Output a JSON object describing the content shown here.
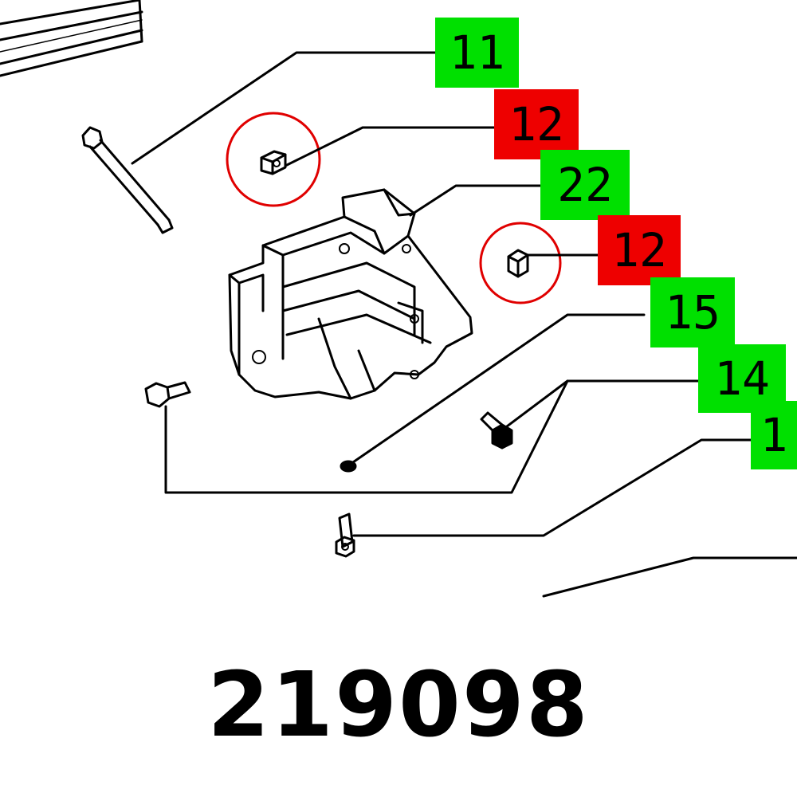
{
  "callouts": [
    {
      "label": "11",
      "status": "available",
      "color": "#00e000"
    },
    {
      "label": "12",
      "status": "highlighted",
      "color": "#ee0000"
    },
    {
      "label": "22",
      "status": "available",
      "color": "#00e000"
    },
    {
      "label": "12",
      "status": "highlighted",
      "color": "#ee0000"
    },
    {
      "label": "15",
      "status": "available",
      "color": "#00e000"
    },
    {
      "label": "14",
      "status": "available",
      "color": "#00e000"
    },
    {
      "label": "1",
      "status": "available",
      "color": "#00e000"
    }
  ],
  "highlight_color": "#e00000",
  "part_number": "219098"
}
